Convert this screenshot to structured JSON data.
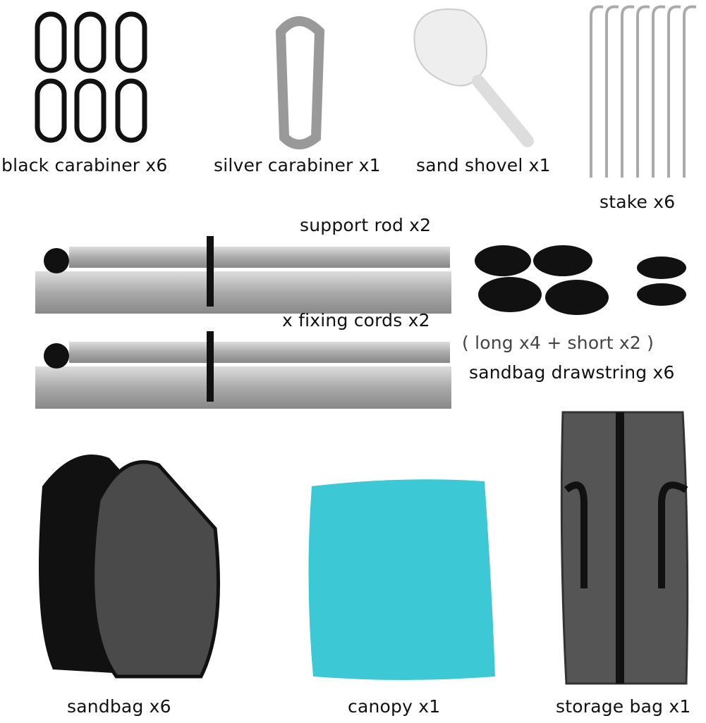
{
  "items": {
    "black_carabiner": "black carabiner x6",
    "silver_carabiner": "silver carabiner x1",
    "sand_shovel": "sand shovel x1",
    "stake": "stake x6",
    "support_rod": "support rod x2",
    "fixing_cords": "x fixing cords x2",
    "drawstring_detail": "( long x4  +  short x2 )",
    "sandbag_drawstring": "sandbag drawstring x6",
    "sandbag": "sandbag x6",
    "canopy": "canopy x1",
    "storage_bag": "storage bag x1"
  },
  "colors": {
    "canopy": "#3cc8d4",
    "sandbag": "#4a4a4a",
    "storage_bag": "#555555",
    "metal": "#b8b8b8"
  }
}
